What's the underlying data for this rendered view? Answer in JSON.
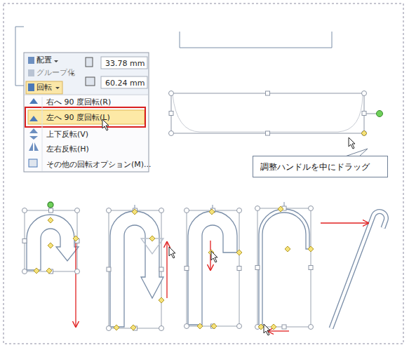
{
  "diagram": {
    "nodes": [
      {
        "text": [
          "調整ハンドルを中にドラッグ"
        ]
      }
    ],
    "labels": [
      "配置",
      "グループ化",
      "回転",
      "33.78 mm",
      "60.24 mm",
      "右へ 90 度回転(R)",
      "左へ 90 度回転(L)",
      "上下反転(V)",
      "左右反転(H)",
      "その他の回転オプション(M)..."
    ]
  }
}
